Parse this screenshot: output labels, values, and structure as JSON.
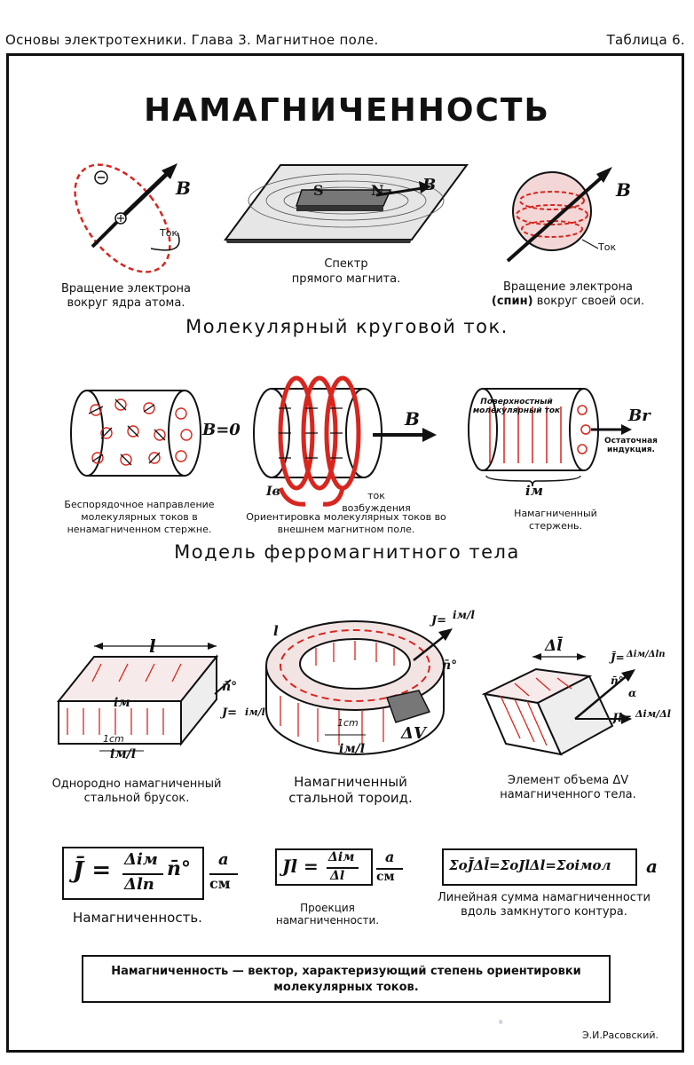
{
  "header": {
    "left": "Основы электротехники. Глава 3. Магнитное поле.",
    "right": "Таблица 6."
  },
  "title": "НАМАГНИЧЕННОСТЬ",
  "row1": {
    "atom": {
      "caption": "Вращение электрона вокруг ядра атома.",
      "label_b": "B",
      "label_tok": "Ток"
    },
    "magnet": {
      "caption_line1": "Спектр",
      "caption_line2": "прямого магнита.",
      "pole_s": "S",
      "pole_n": "N",
      "label_b": "B"
    },
    "spin": {
      "caption_line1": "Вращение электрона",
      "caption_spin": "(спин)",
      "caption_rest": " вокруг своей оси.",
      "label_b": "B",
      "label_tok": "Ток"
    }
  },
  "section1": "Молекулярный круговой ток.",
  "row2": {
    "random": {
      "caption": "Беспорядочное направление молекулярных токов в ненамагниченном стержне.",
      "label": "B=0"
    },
    "oriented": {
      "caption": "Ориентировка молекулярных токов во внешнем магнитном поле.",
      "label_b": "B",
      "label_iv": "Iв",
      "label_current": "ток возбуждения"
    },
    "magnetized": {
      "caption": "Намагниченный стержень.",
      "label_surface": "Поверхностный молекулярный ток",
      "label_br": "Br",
      "label_residual": "Остаточная индукция.",
      "label_im": "iм"
    }
  },
  "section2": "Модель ферромагнитного тела",
  "row3": {
    "bar": {
      "caption": "Однородно намагниченный стальной брусок.",
      "label_l": "l",
      "label_im": "iм",
      "label_n": "n̄°",
      "label_j": "J=",
      "label_frac": "iм/l",
      "label_1cm": "1cm"
    },
    "toroid": {
      "caption": "Намагниченный стальной тороид.",
      "label_l": "l",
      "label_j": "J=",
      "label_frac": "iм/l",
      "label_n": "n̄°",
      "label_1cm": "1cm",
      "label_dv": "ΔV"
    },
    "element": {
      "caption": "Элемент объема ΔV намагниченного тела.",
      "label_dl": "Δl̄",
      "label_j": "J̄=",
      "label_frac": "Δiм/Δln",
      "label_jl": "Jl=",
      "label_frac2": "Δiм/Δl",
      "label_n": "n̄°",
      "label_alpha": "α"
    }
  },
  "formulas": {
    "f1": {
      "lhs": "J̄ =",
      "num": "Δiм",
      "den": "Δln",
      "tail": "n̄°",
      "unit_num": "a",
      "unit_den": "см",
      "caption": "Намагниченность."
    },
    "f2": {
      "lhs": "Jl =",
      "num": "Δiм",
      "den": "Δl",
      "unit_num": "a",
      "unit_den": "см",
      "caption": "Проекция намагниченности."
    },
    "f3": {
      "expr": "ΣoJ̄Δl̄=ΣoJlΔl=Σoiмол",
      "unit": "a",
      "caption": "Линейная сумма намагниченности вдоль замкнутого контура."
    }
  },
  "definition": "Намагниченность — вектор, характеризующий степень ориентировки молекулярных токов.",
  "author": "Э.И.Расовский."
}
